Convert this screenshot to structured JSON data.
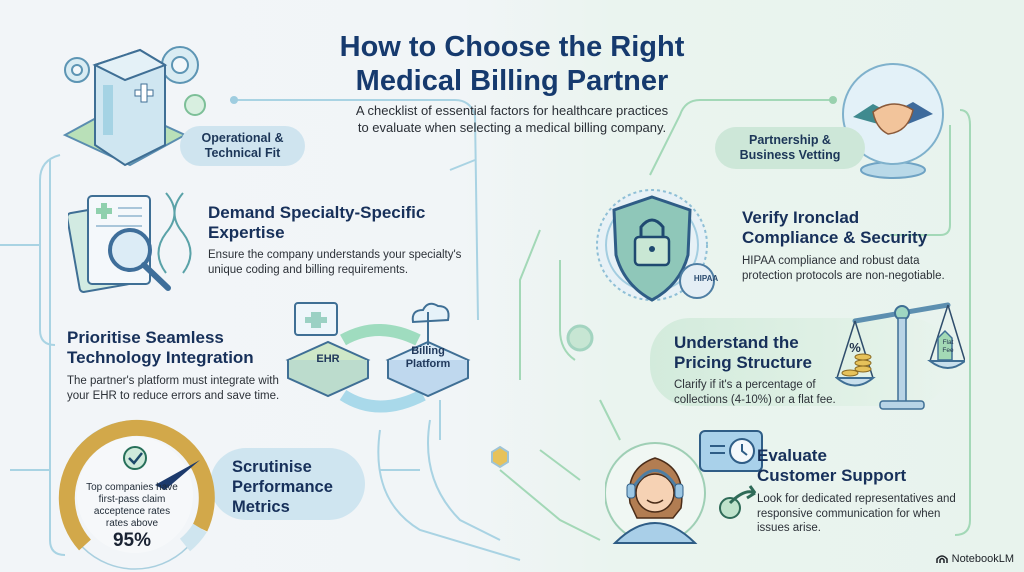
{
  "header": {
    "title_line1": "How to Choose the Right",
    "title_line2": "Medical Billing Partner",
    "subtitle_line1": "A checklist of essential factors for healthcare practices",
    "subtitle_line2": "to evaluate when selecting a medical billing company."
  },
  "categories": {
    "left": {
      "line1": "Operational &",
      "line2": "Technical Fit",
      "icon": "hospital-gears-icon"
    },
    "right": {
      "line1": "Partnership &",
      "line2": "Business Vetting",
      "icon": "handshake-globe-icon"
    }
  },
  "factors": {
    "specialty": {
      "title_line1": "Demand Specialty-Specific",
      "title_line2": "Expertise",
      "desc_line1": "Ensure the company understands your specialty's",
      "desc_line2": "unique coding and billing requirements.",
      "icon": "document-magnifier-dna-icon"
    },
    "integration": {
      "title_line1": "Prioritise Seamless",
      "title_line2": "Technology Integration",
      "desc_line1": "The partner's platform must integrate with",
      "desc_line2": "your EHR to reduce errors and save time.",
      "diagram": {
        "left_label": "EHR",
        "right_label_line1": "Billing",
        "right_label_line2": "Platform"
      }
    },
    "metrics": {
      "title_line1": "Scrutinise",
      "title_line2": "Performance",
      "title_line3": "Metrics",
      "gauge": {
        "line1": "Top companies have",
        "line2": "first-pass claim",
        "line3": "acceptence rates",
        "line4": "rates above",
        "value_text": "95%",
        "value": 95
      }
    },
    "compliance": {
      "title_line1": "Verify Ironclad",
      "title_line2": "Compliance & Security",
      "desc_line1": "HIPAA compliance and robust data",
      "desc_line2": "protection protocols are non-negotiable.",
      "badge": "HIPAA"
    },
    "pricing": {
      "title_line1": "Understand the",
      "title_line2": "Pricing Structure",
      "desc_line1": "Clarify if it's a percentage of",
      "desc_line2": "collections (4-10%) or a flat fee.",
      "scale_left": "%",
      "scale_right_line1": "Flat",
      "scale_right_line2": "Fee"
    },
    "support": {
      "title_line1": "Evaluate",
      "title_line2": "Customer Support",
      "desc_line1": "Look for dedicated representatives and",
      "desc_line2": "responsive communication for when",
      "desc_line3": "issues arise."
    }
  },
  "brand": {
    "name": "NotebookLM"
  },
  "colors": {
    "navy": "#163a6e",
    "blue_accent": "#8cc3d9",
    "green_accent": "#8fcfaa",
    "gold": "#d4a84a"
  }
}
